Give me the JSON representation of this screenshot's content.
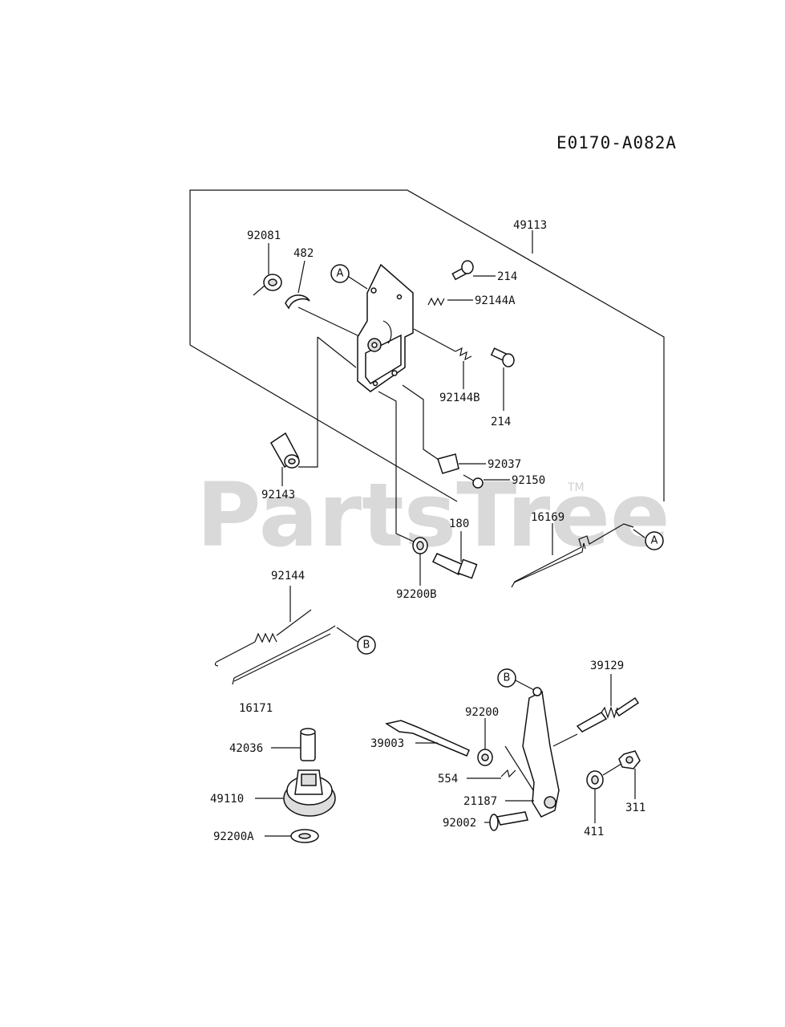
{
  "diagram_code": "E0170-A082A",
  "watermark": "PartsTree",
  "watermark_tm": "TM",
  "callouts": {
    "a1": "A",
    "a2": "A",
    "b1": "B",
    "b2": "B"
  },
  "parts": {
    "p49113": "49113",
    "p92081": "92081",
    "p482": "482",
    "p214a": "214",
    "p92144A": "92144A",
    "p92144B": "92144B",
    "p214b": "214",
    "p92037": "92037",
    "p92150": "92150",
    "p92143": "92143",
    "p180": "180",
    "p16169": "16169",
    "p92200B": "92200B",
    "p92144": "92144",
    "p16171": "16171",
    "p39129": "39129",
    "p92200": "92200",
    "p39003": "39003",
    "p42036": "42036",
    "p554": "554",
    "p21187": "21187",
    "p49110": "49110",
    "p92002": "92002",
    "p311": "311",
    "p411": "411",
    "p92200A": "92200A"
  }
}
